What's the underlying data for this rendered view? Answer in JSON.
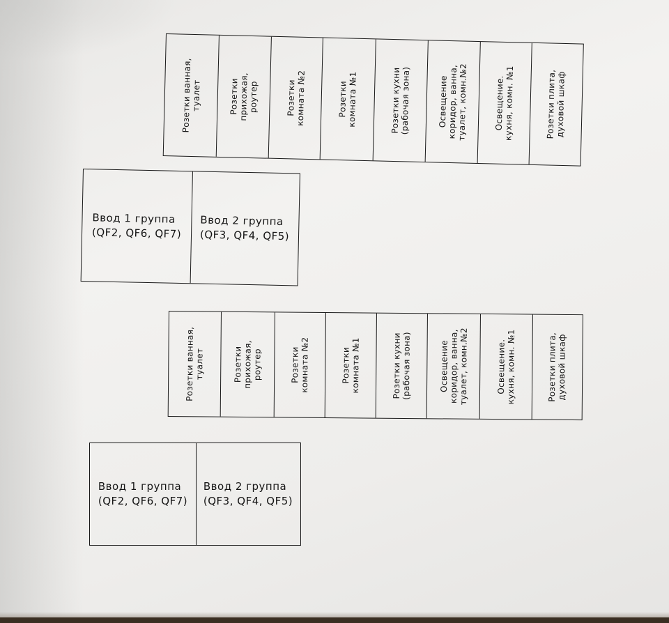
{
  "labels": {
    "cells": [
      "Розетки ванная,\nтуалет",
      "Розетки\nприхожая,\nроутер",
      "Розетки\nкомната №2",
      "Розетки\nкомната №1",
      "Розетки кухни\n(рабочая зона)",
      "Освещение\nкоридор, ванна,\nтуалет, комн.№2",
      "Освещение.\nкухня, комн. №1",
      "Розетки плита,\nдуховой шкаф"
    ]
  },
  "groups": {
    "group1": "Ввод 1 группа\n(QF2, QF6, QF7)",
    "group2": "Ввод 2 группа\n(QF3, QF4, QF5)"
  }
}
